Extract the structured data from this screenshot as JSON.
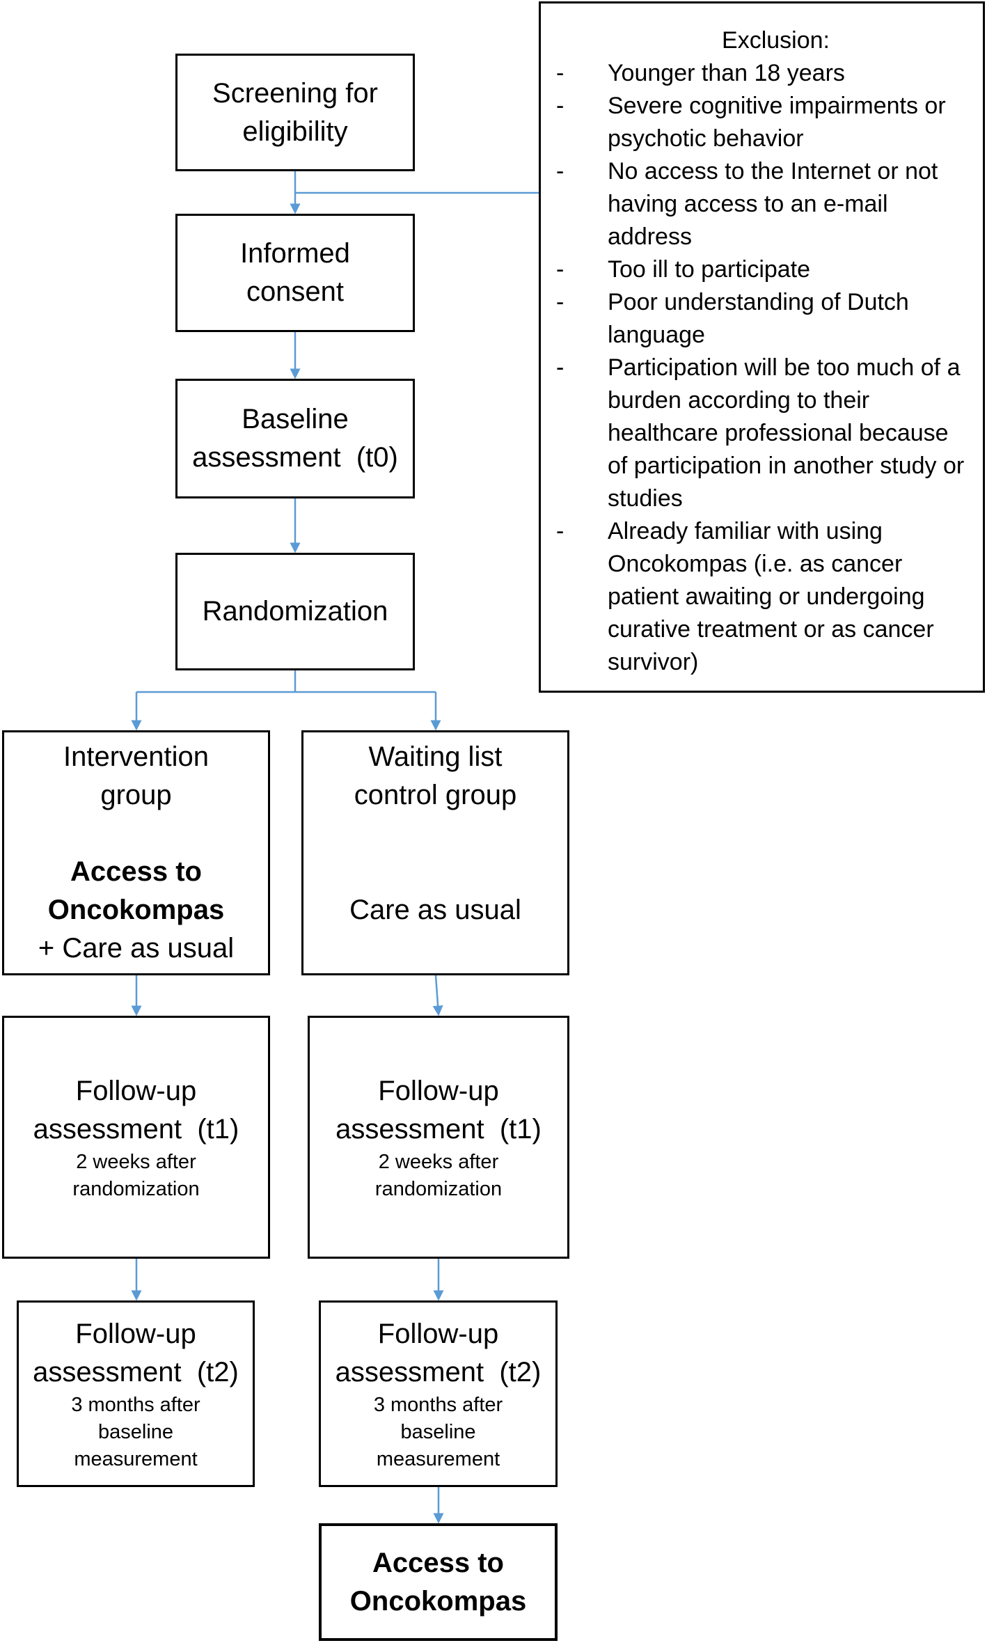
{
  "screening": [
    "Screening for",
    "eligibility"
  ],
  "consent": [
    "Informed",
    "consent"
  ],
  "baseline": [
    "Baseline",
    "assessment  (t0)"
  ],
  "randomization": "Randomization",
  "exclusion": {
    "title": "Exclusion:",
    "items": [
      "Younger than 18 years",
      "Severe cognitive impairments or psychotic behavior",
      "No access to the Internet or not having access to an e-mail address",
      "Too ill to participate",
      "Poor understanding of Dutch language",
      "Participation will be too much of a burden according to their healthcare professional because of participation in another study or studies",
      "Already familiar with using Oncokompas (i.e. as cancer patient awaiting or undergoing curative treatment or as cancer survivor)"
    ]
  },
  "intervention": {
    "title": [
      "Intervention",
      "group"
    ],
    "access": [
      "Access to",
      "Oncokompas"
    ],
    "care": "+ Care as usual"
  },
  "control": {
    "title": [
      "Waiting list",
      "control group"
    ],
    "care": "Care as usual"
  },
  "followup_t1": {
    "title": [
      "Follow-up",
      "assessment  (t1)"
    ],
    "note": [
      "2 weeks after",
      "randomization"
    ]
  },
  "followup_t2": {
    "title": [
      "Follow-up",
      "assessment  (t2)"
    ],
    "note": [
      "3 months after",
      "baseline",
      "measurement"
    ]
  },
  "final_access": [
    "Access to",
    "Oncokompas"
  ],
  "colors": {
    "arrow": "#5b9bd5",
    "border": "#000000"
  }
}
